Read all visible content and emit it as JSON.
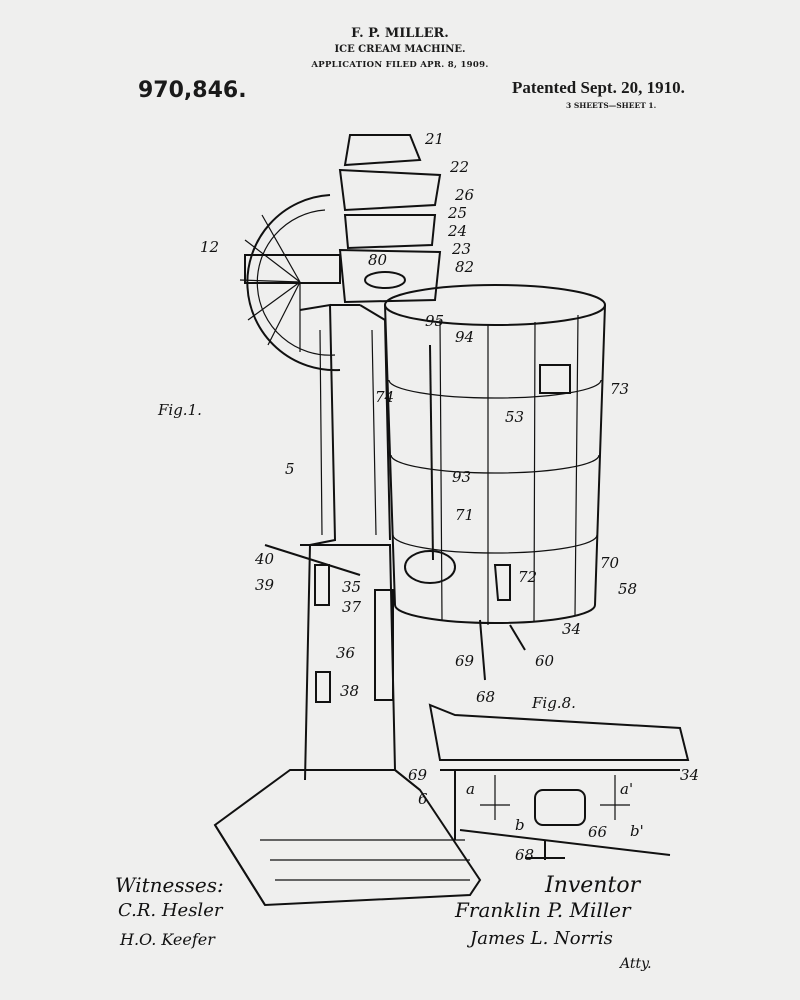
{
  "header": {
    "inventor_name": "F. P. MILLER.",
    "title": "ICE CREAM MACHINE.",
    "application": "APPLICATION FILED APR. 8, 1909.",
    "patent_number": "970,846.",
    "patented": "Patented Sept. 20, 1910.",
    "sheets": "3 SHEETS—SHEET 1."
  },
  "figures": {
    "fig1": "Fig.1.",
    "fig8": "Fig.8."
  },
  "reference_labels": {
    "r21": "21",
    "r22": "22",
    "r26": "26",
    "r25": "25",
    "r24": "24",
    "r23": "23",
    "r80": "80",
    "r82": "82",
    "r12": "12",
    "r95": "95",
    "r94": "94",
    "r73": "73",
    "r74": "74",
    "r53": "53",
    "r5": "5",
    "r93": "93",
    "r71": "71",
    "r40": "40",
    "r70": "70",
    "r39": "39",
    "r35": "35",
    "r72": "72",
    "r58": "58",
    "r37": "37",
    "r34": "34",
    "r36": "36",
    "r69": "69",
    "r60": "60",
    "r38": "38",
    "r68": "68",
    "r69b": "69",
    "r34b": "34",
    "ra": "a",
    "ra2": "a'",
    "r6": "6",
    "rb": "b",
    "rb2": "b'",
    "r66": "66",
    "r68b": "68"
  },
  "signatures": {
    "witnesses_label": "Witnesses:",
    "witness1": "C.R. Hesler",
    "witness2": "H.O. Keefer",
    "inventor_label": "Inventor",
    "inventor": "Franklin P. Miller",
    "attorney": "James L. Norris",
    "attorney_suffix": "Atty."
  }
}
